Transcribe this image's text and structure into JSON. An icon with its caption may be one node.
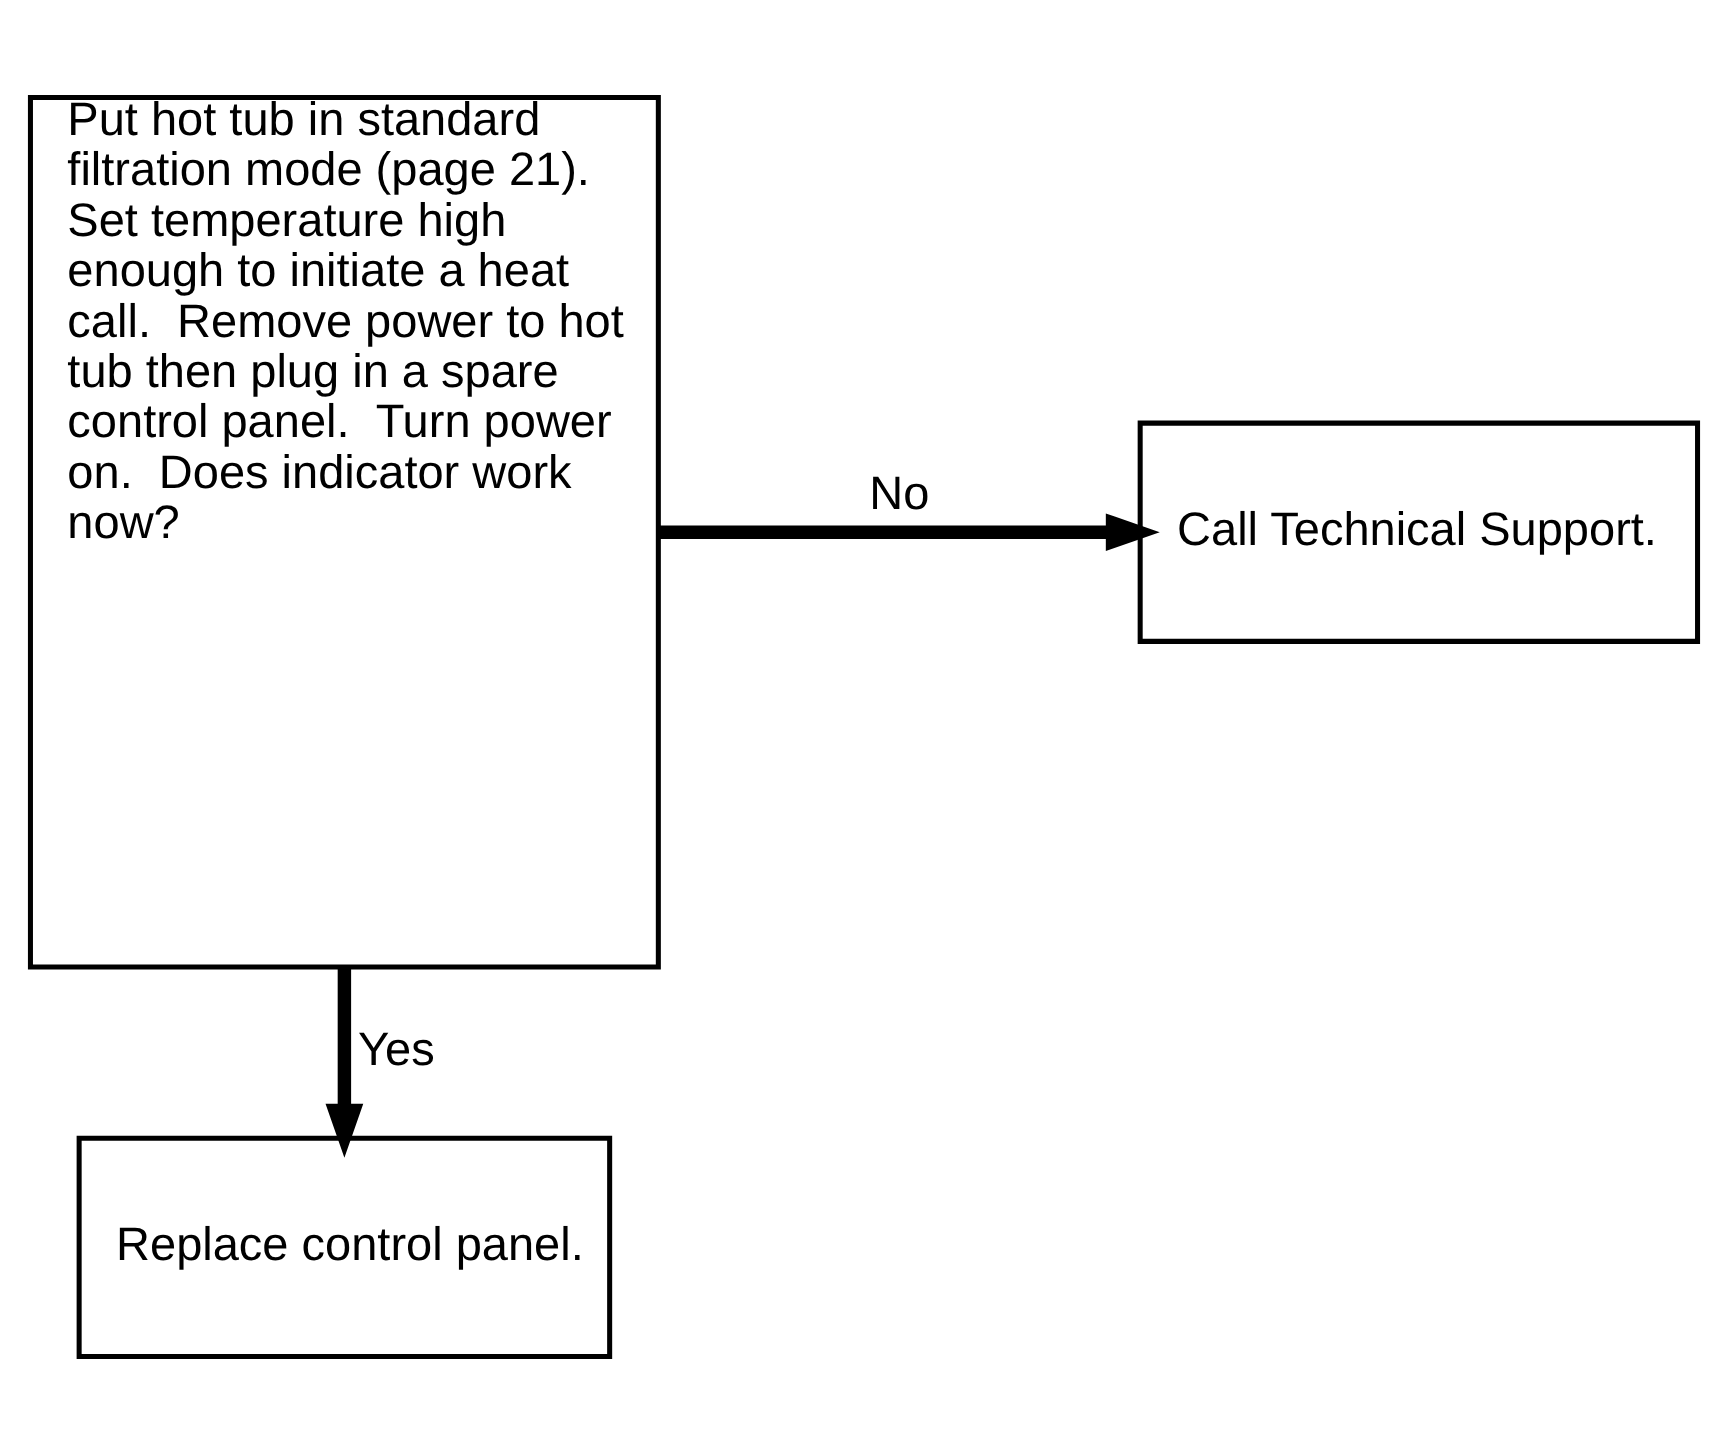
{
  "diagram": {
    "nodes": [
      {
        "text": [
          "Put hot tub in standard filtration mode (page 21). Set temperature high enough to initiate a heat call.  Remove power to hot tub then plug in a spare control panel.  Turn power on.  Does indicator work now?"
        ]
      },
      {
        "text": [
          "Call Technical Support."
        ]
      },
      {
        "text": [
          "Replace control panel."
        ]
      }
    ],
    "edges": [
      {
        "from": 0,
        "to": 1,
        "arrow": "to",
        "label": "No"
      },
      {
        "from": 0,
        "to": 2,
        "arrow": "to",
        "label": "Yes"
      }
    ]
  }
}
